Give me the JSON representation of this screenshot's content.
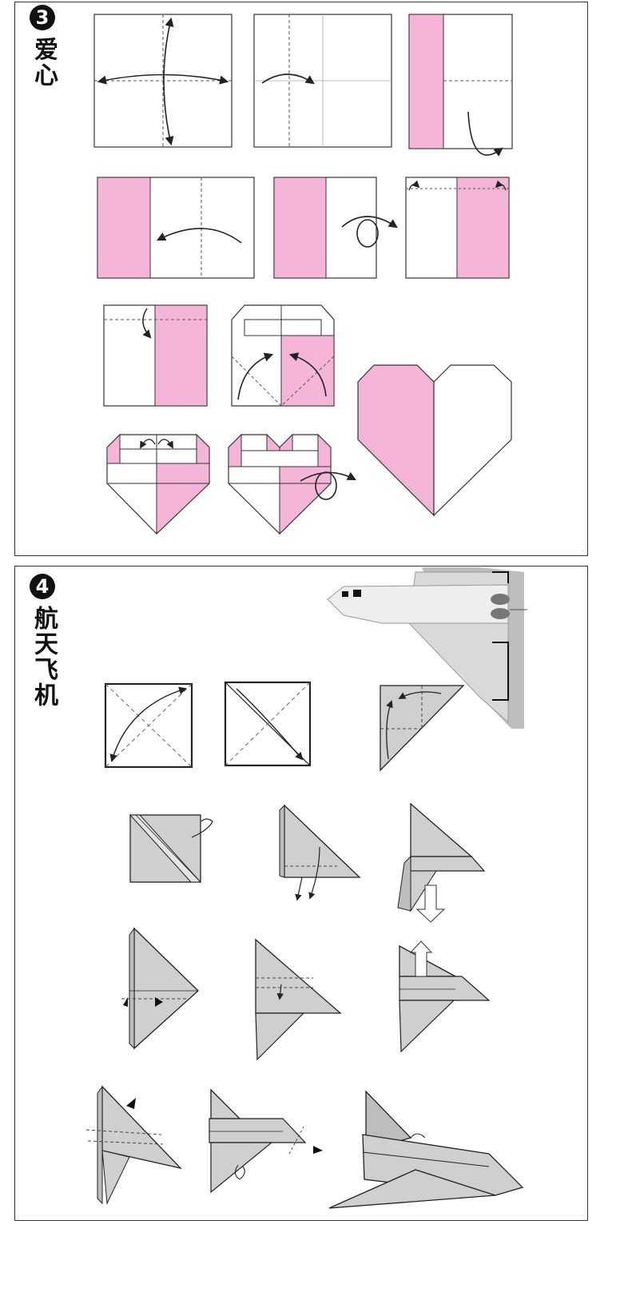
{
  "colors": {
    "pink": "#f5b5d8",
    "paper": "#ffffff",
    "gray_paper": "#cfcfcf",
    "line": "#222222",
    "dash": "#555555"
  },
  "sections": [
    {
      "number": "3",
      "title": "爱心"
    },
    {
      "number": "4",
      "title": "航天飞机"
    }
  ]
}
